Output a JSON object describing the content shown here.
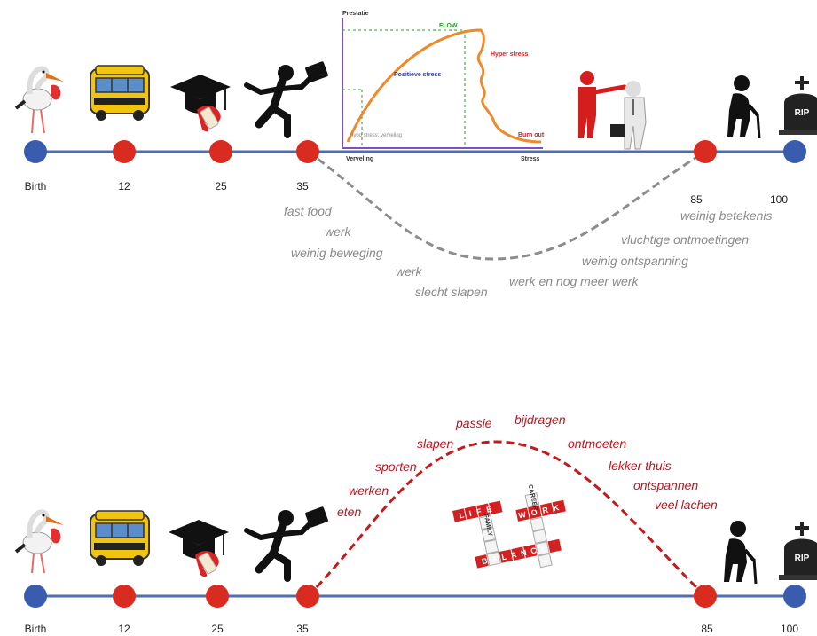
{
  "colors": {
    "timeline_line": "#4f6db0",
    "node_red": "#d92b1f",
    "node_blue": "#3a5cae",
    "dash_grey": "#8c8c8c",
    "grey_text": "#8a8a8a",
    "red_text": "#c1121c",
    "curve_orange": "#ef8a2c",
    "axis_purple": "#7d4ec7",
    "flow_green": "#2c9b2c",
    "positive_blue": "#2a3fa3",
    "hyper_red": "#d2202a"
  },
  "icons": [
    "stork-baby-icon",
    "school-bus-icon",
    "graduation-cap-icon",
    "running-businessman-icon",
    "boss-pointing-icon",
    "elderly-with-cane-icon",
    "rip-tombstone-icon",
    "life-work-balance-tiles-icon"
  ],
  "top_timeline": {
    "ages": [
      "Birth",
      "12",
      "25",
      "35",
      "85",
      "100"
    ],
    "dip_words": [
      "fast food",
      "werk",
      "weinig beweging",
      "werk",
      "slecht slapen",
      "werk en nog meer werk",
      "weinig ontspanning",
      "vluchtige ontmoetingen",
      "weinig betekenis"
    ]
  },
  "stress_chart": {
    "y_title": "Prestatie",
    "x_left": "Verveling",
    "x_right": "Stress",
    "flow": "FLOW",
    "positive": "Positieve stress",
    "hyper": "Hyper stress",
    "hypo": "Hypo stress: verveling",
    "burnout": "Burn out"
  },
  "bottom_timeline": {
    "ages": [
      "Birth",
      "12",
      "25",
      "35",
      "85",
      "100"
    ],
    "arch_words": [
      "eten",
      "werken",
      "sporten",
      "slapen",
      "passie",
      "bijdragen",
      "ontmoeten",
      "lekker thuis",
      "ontspannen",
      "veel lachen"
    ]
  },
  "tiles": {
    "life": "LIFE",
    "family": "FAMILY",
    "work": "WORK",
    "career": "CAREER",
    "balance": "BALANCE"
  }
}
